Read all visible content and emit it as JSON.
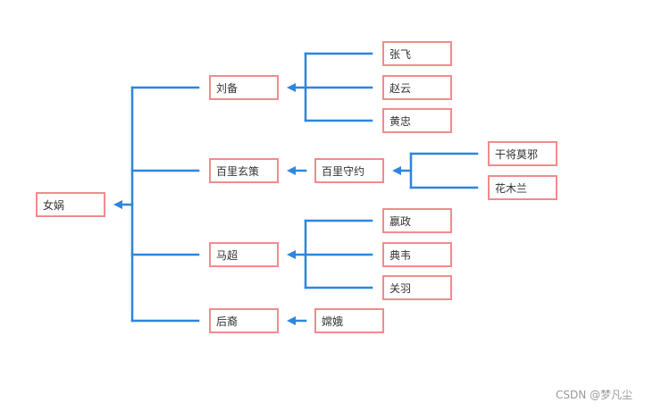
{
  "diagram": {
    "line_color": "#2e86de",
    "box_border_color": "#f08c8c",
    "nodes": {
      "root": "女娲",
      "liubei": "刘备",
      "baili_xuance": "百里玄策",
      "machao": "马超",
      "houyi": "后裔",
      "baili_shouyue": "百里守约",
      "change": "嫦娥",
      "zhangfei": "张飞",
      "zhaoyun": "赵云",
      "huangzhong": "黄忠",
      "ganjiang": "干将莫邪",
      "huamulan": "花木兰",
      "yingzheng": "嬴政",
      "dianwei": "典韦",
      "guanyu": "关羽"
    }
  },
  "watermark": "CSDN @梦凡尘"
}
